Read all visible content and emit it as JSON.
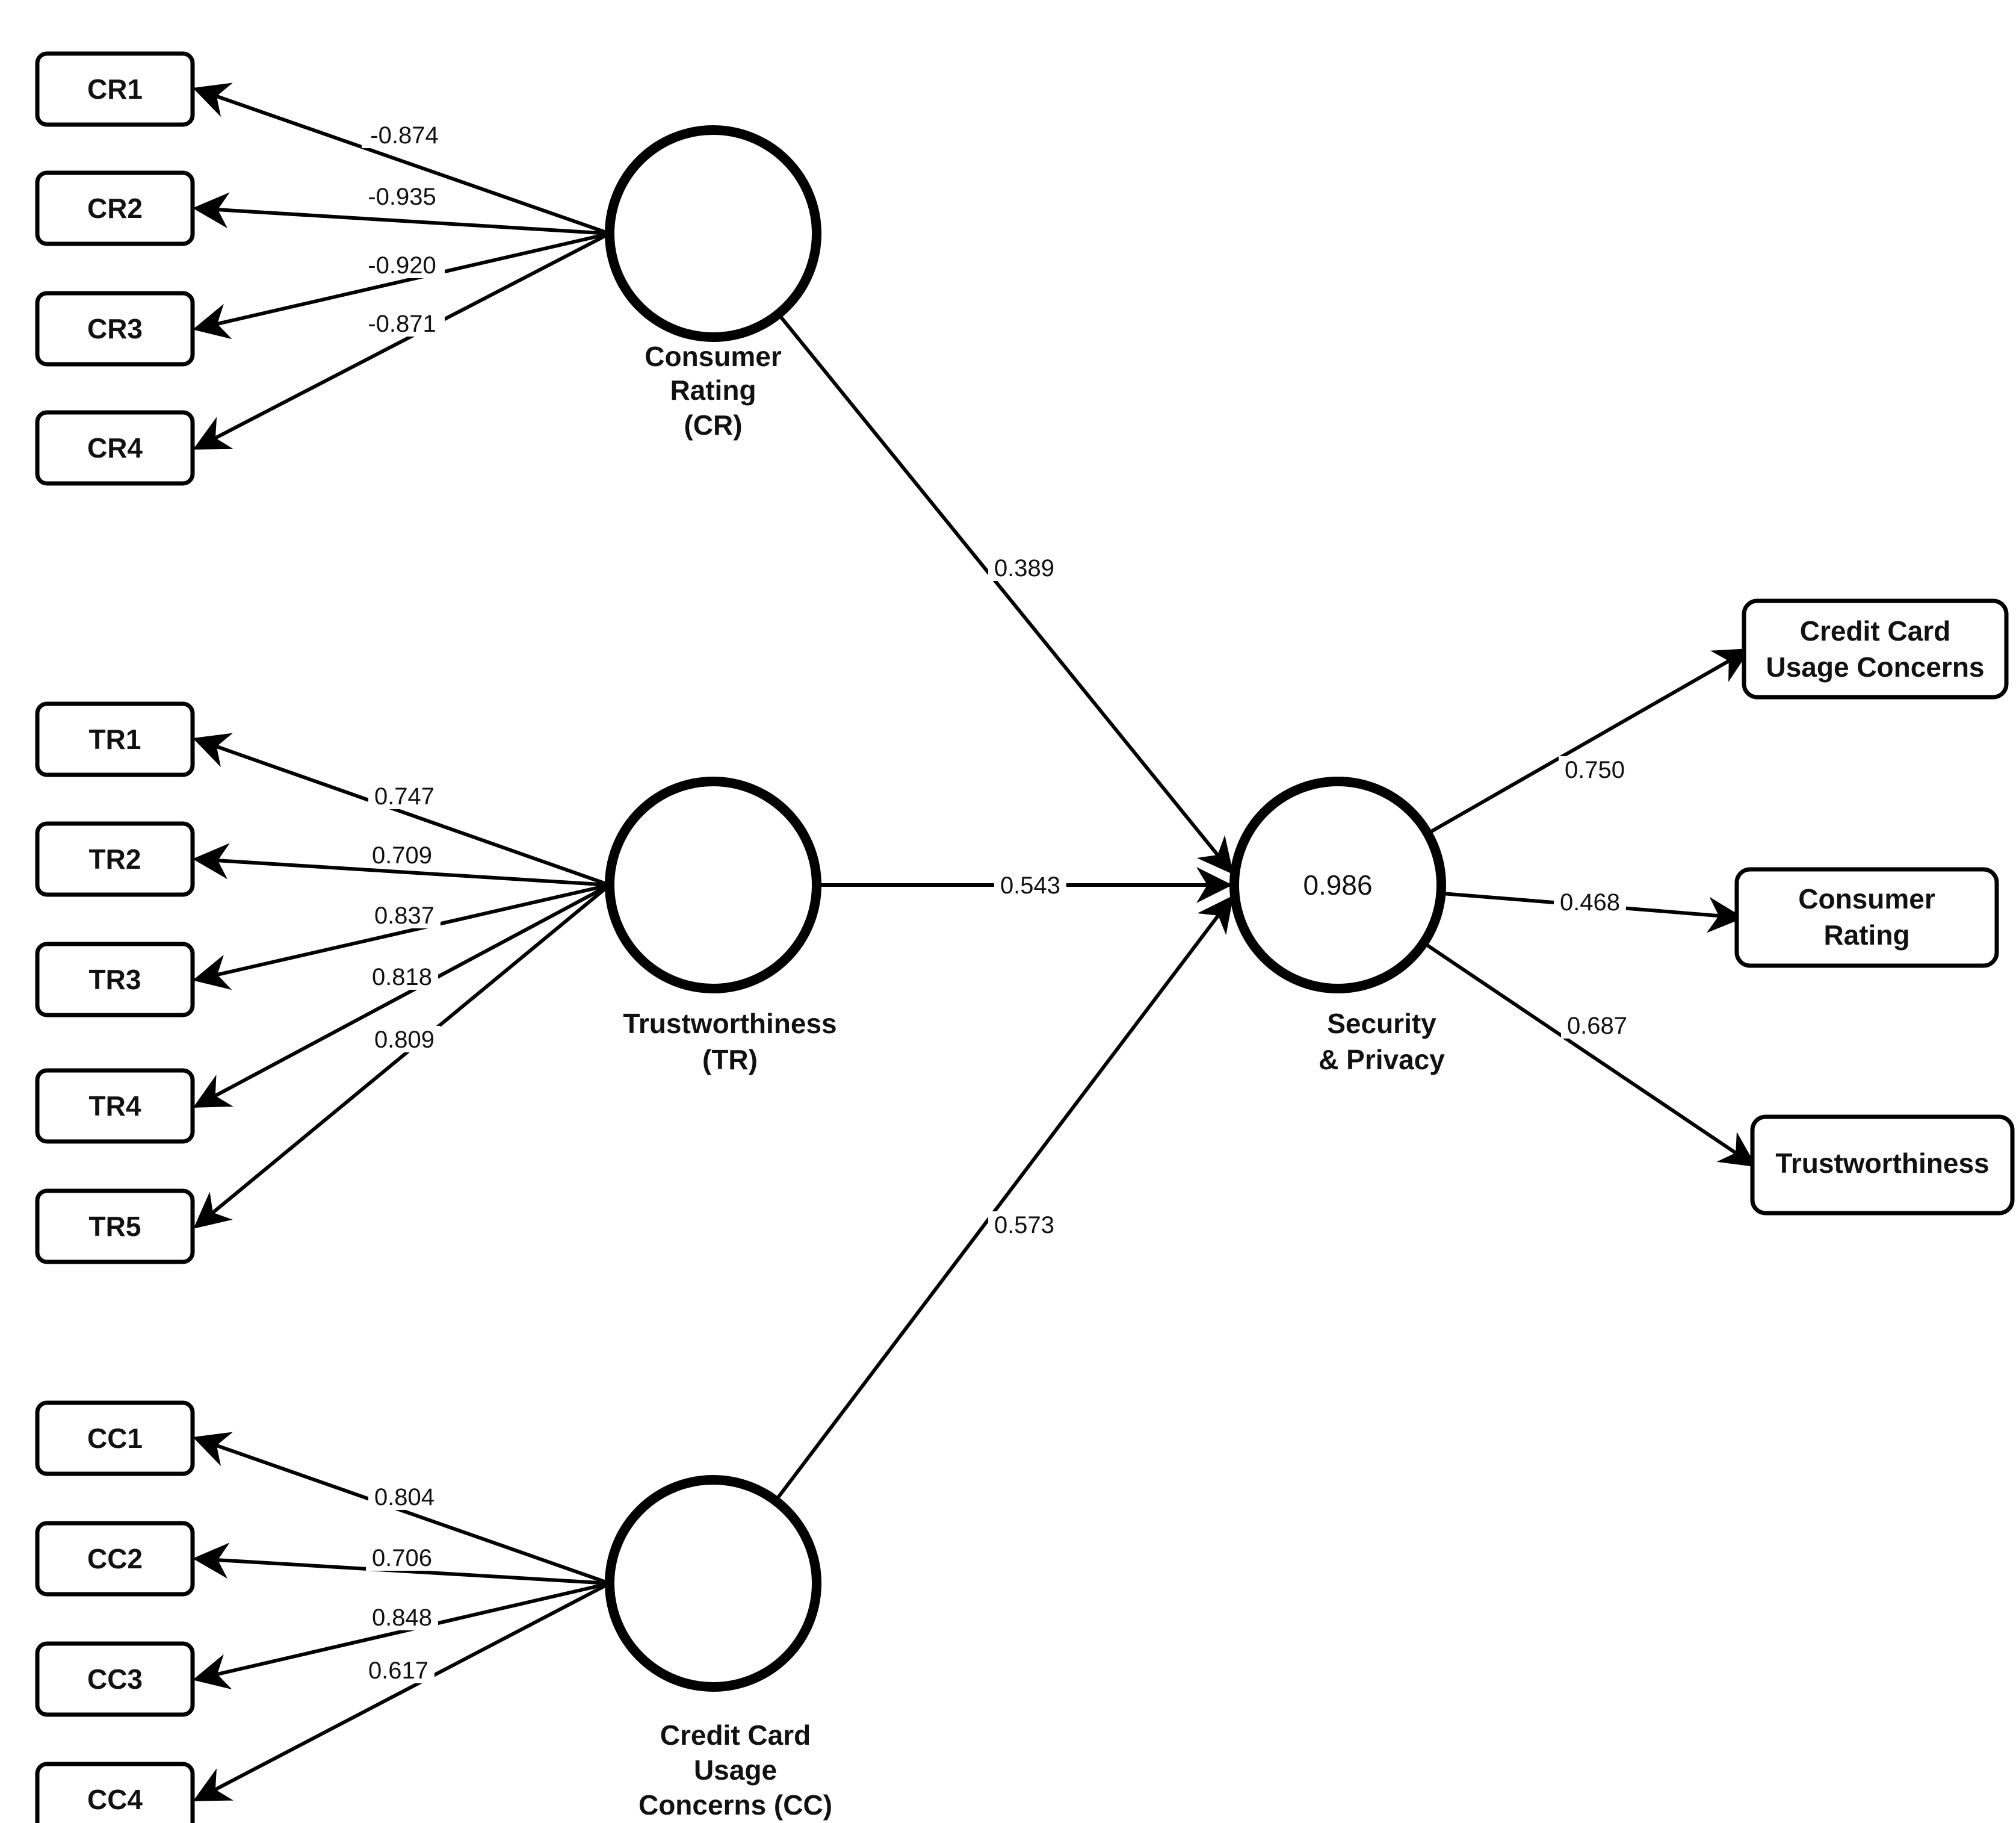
{
  "constructs": {
    "cr": {
      "label": [
        "Consumer",
        "Rating",
        "(CR)"
      ]
    },
    "tr": {
      "label": [
        "Trustworthiness",
        "(TR)"
      ]
    },
    "cc": {
      "label": [
        "Credit Card",
        "Usage",
        "Concerns (CC)"
      ]
    },
    "sp": {
      "label": [
        "Security",
        "& Privacy"
      ],
      "r_squared": "0.986"
    }
  },
  "indicators": {
    "cr": [
      {
        "name": "CR1",
        "loading": "-0.874"
      },
      {
        "name": "CR2",
        "loading": "-0.935"
      },
      {
        "name": "CR3",
        "loading": "-0.920"
      },
      {
        "name": "CR4",
        "loading": "-0.871"
      }
    ],
    "tr": [
      {
        "name": "TR1",
        "loading": "0.747"
      },
      {
        "name": "TR2",
        "loading": "0.709"
      },
      {
        "name": "TR3",
        "loading": "0.837"
      },
      {
        "name": "TR4",
        "loading": "0.818"
      },
      {
        "name": "TR5",
        "loading": "0.809"
      }
    ],
    "cc": [
      {
        "name": "CC1",
        "loading": "0.804"
      },
      {
        "name": "CC2",
        "loading": "0.706"
      },
      {
        "name": "CC3",
        "loading": "0.848"
      },
      {
        "name": "CC4",
        "loading": "0.617"
      }
    ]
  },
  "paths": {
    "cr_sp": "0.389",
    "tr_sp": "0.543",
    "cc_sp": "0.573"
  },
  "outcomes": [
    {
      "label": [
        "Credit Card",
        "Usage Concerns"
      ],
      "weight": "0.750"
    },
    {
      "label": [
        "Consumer",
        "Rating"
      ],
      "weight": "0.468"
    },
    {
      "label": [
        "Trustworthiness"
      ],
      "weight": "0.687"
    }
  ]
}
